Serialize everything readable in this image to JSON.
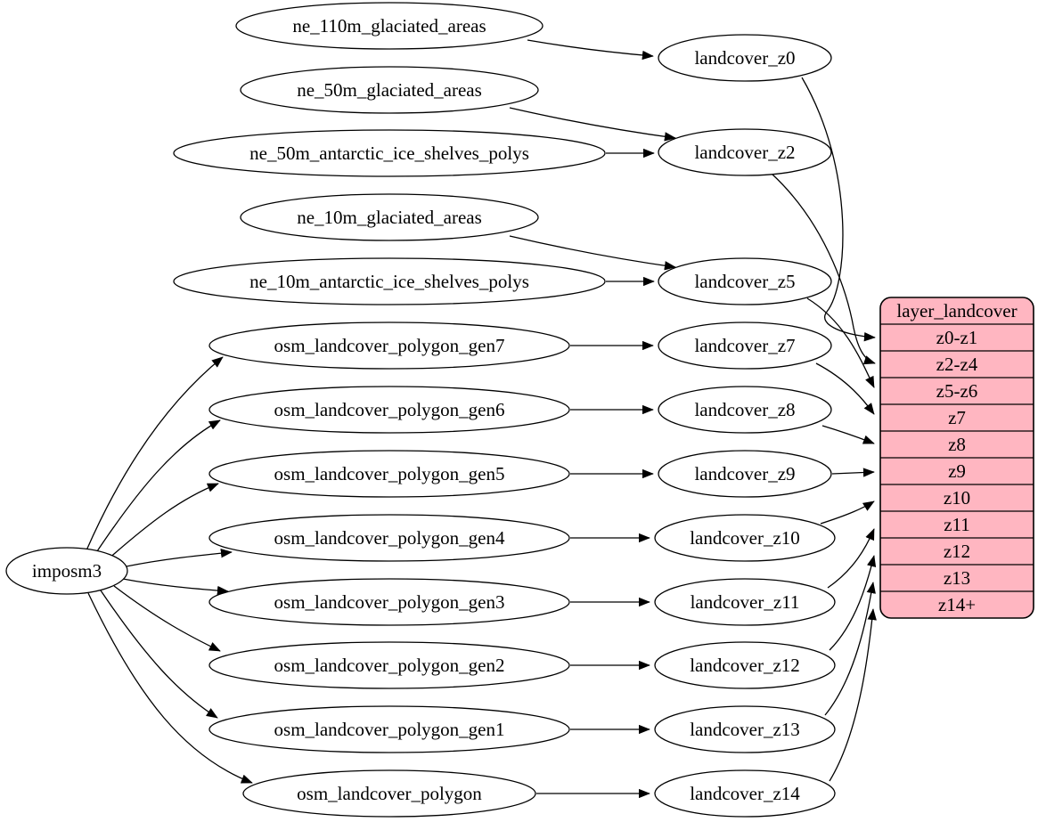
{
  "colors": {
    "background": "#ffffff",
    "edge_stroke": "#000000",
    "node_fill": "#ffffff",
    "node_stroke": "#000000",
    "table_fill": "#ffb6c1",
    "text": "#000000"
  },
  "nodes": {
    "imposm3": "imposm3",
    "sources": [
      "ne_110m_glaciated_areas",
      "ne_50m_glaciated_areas",
      "ne_50m_antarctic_ice_shelves_polys",
      "ne_10m_glaciated_areas",
      "ne_10m_antarctic_ice_shelves_polys",
      "osm_landcover_polygon_gen7",
      "osm_landcover_polygon_gen6",
      "osm_landcover_polygon_gen5",
      "osm_landcover_polygon_gen4",
      "osm_landcover_polygon_gen3",
      "osm_landcover_polygon_gen2",
      "osm_landcover_polygon_gen1",
      "osm_landcover_polygon"
    ],
    "intermediates": [
      "landcover_z0",
      "landcover_z2",
      "landcover_z5",
      "landcover_z7",
      "landcover_z8",
      "landcover_z9",
      "landcover_z10",
      "landcover_z11",
      "landcover_z12",
      "landcover_z13",
      "landcover_z14"
    ]
  },
  "table": {
    "title": "layer_landcover",
    "rows": [
      "z0-z1",
      "z2-z4",
      "z5-z6",
      "z7",
      "z8",
      "z9",
      "z10",
      "z11",
      "z12",
      "z13",
      "z14+"
    ]
  },
  "edges": [
    {
      "from": "imposm3",
      "to": "osm_landcover_polygon_gen7"
    },
    {
      "from": "imposm3",
      "to": "osm_landcover_polygon_gen6"
    },
    {
      "from": "imposm3",
      "to": "osm_landcover_polygon_gen5"
    },
    {
      "from": "imposm3",
      "to": "osm_landcover_polygon_gen4"
    },
    {
      "from": "imposm3",
      "to": "osm_landcover_polygon_gen3"
    },
    {
      "from": "imposm3",
      "to": "osm_landcover_polygon_gen2"
    },
    {
      "from": "imposm3",
      "to": "osm_landcover_polygon_gen1"
    },
    {
      "from": "imposm3",
      "to": "osm_landcover_polygon"
    },
    {
      "from": "ne_110m_glaciated_areas",
      "to": "landcover_z0"
    },
    {
      "from": "ne_50m_glaciated_areas",
      "to": "landcover_z2"
    },
    {
      "from": "ne_50m_antarctic_ice_shelves_polys",
      "to": "landcover_z2"
    },
    {
      "from": "ne_10m_glaciated_areas",
      "to": "landcover_z5"
    },
    {
      "from": "ne_10m_antarctic_ice_shelves_polys",
      "to": "landcover_z5"
    },
    {
      "from": "osm_landcover_polygon_gen7",
      "to": "landcover_z7"
    },
    {
      "from": "osm_landcover_polygon_gen6",
      "to": "landcover_z8"
    },
    {
      "from": "osm_landcover_polygon_gen5",
      "to": "landcover_z9"
    },
    {
      "from": "osm_landcover_polygon_gen4",
      "to": "landcover_z10"
    },
    {
      "from": "osm_landcover_polygon_gen3",
      "to": "landcover_z11"
    },
    {
      "from": "osm_landcover_polygon_gen2",
      "to": "landcover_z12"
    },
    {
      "from": "osm_landcover_polygon_gen1",
      "to": "landcover_z13"
    },
    {
      "from": "osm_landcover_polygon",
      "to": "landcover_z14"
    },
    {
      "from": "landcover_z0",
      "to": "layer_landcover:z0-z1"
    },
    {
      "from": "landcover_z2",
      "to": "layer_landcover:z2-z4"
    },
    {
      "from": "landcover_z5",
      "to": "layer_landcover:z5-z6"
    },
    {
      "from": "landcover_z7",
      "to": "layer_landcover:z7"
    },
    {
      "from": "landcover_z8",
      "to": "layer_landcover:z8"
    },
    {
      "from": "landcover_z9",
      "to": "layer_landcover:z9"
    },
    {
      "from": "landcover_z10",
      "to": "layer_landcover:z10"
    },
    {
      "from": "landcover_z11",
      "to": "layer_landcover:z11"
    },
    {
      "from": "landcover_z12",
      "to": "layer_landcover:z12"
    },
    {
      "from": "landcover_z13",
      "to": "layer_landcover:z13"
    },
    {
      "from": "landcover_z14",
      "to": "layer_landcover:z14+"
    }
  ]
}
